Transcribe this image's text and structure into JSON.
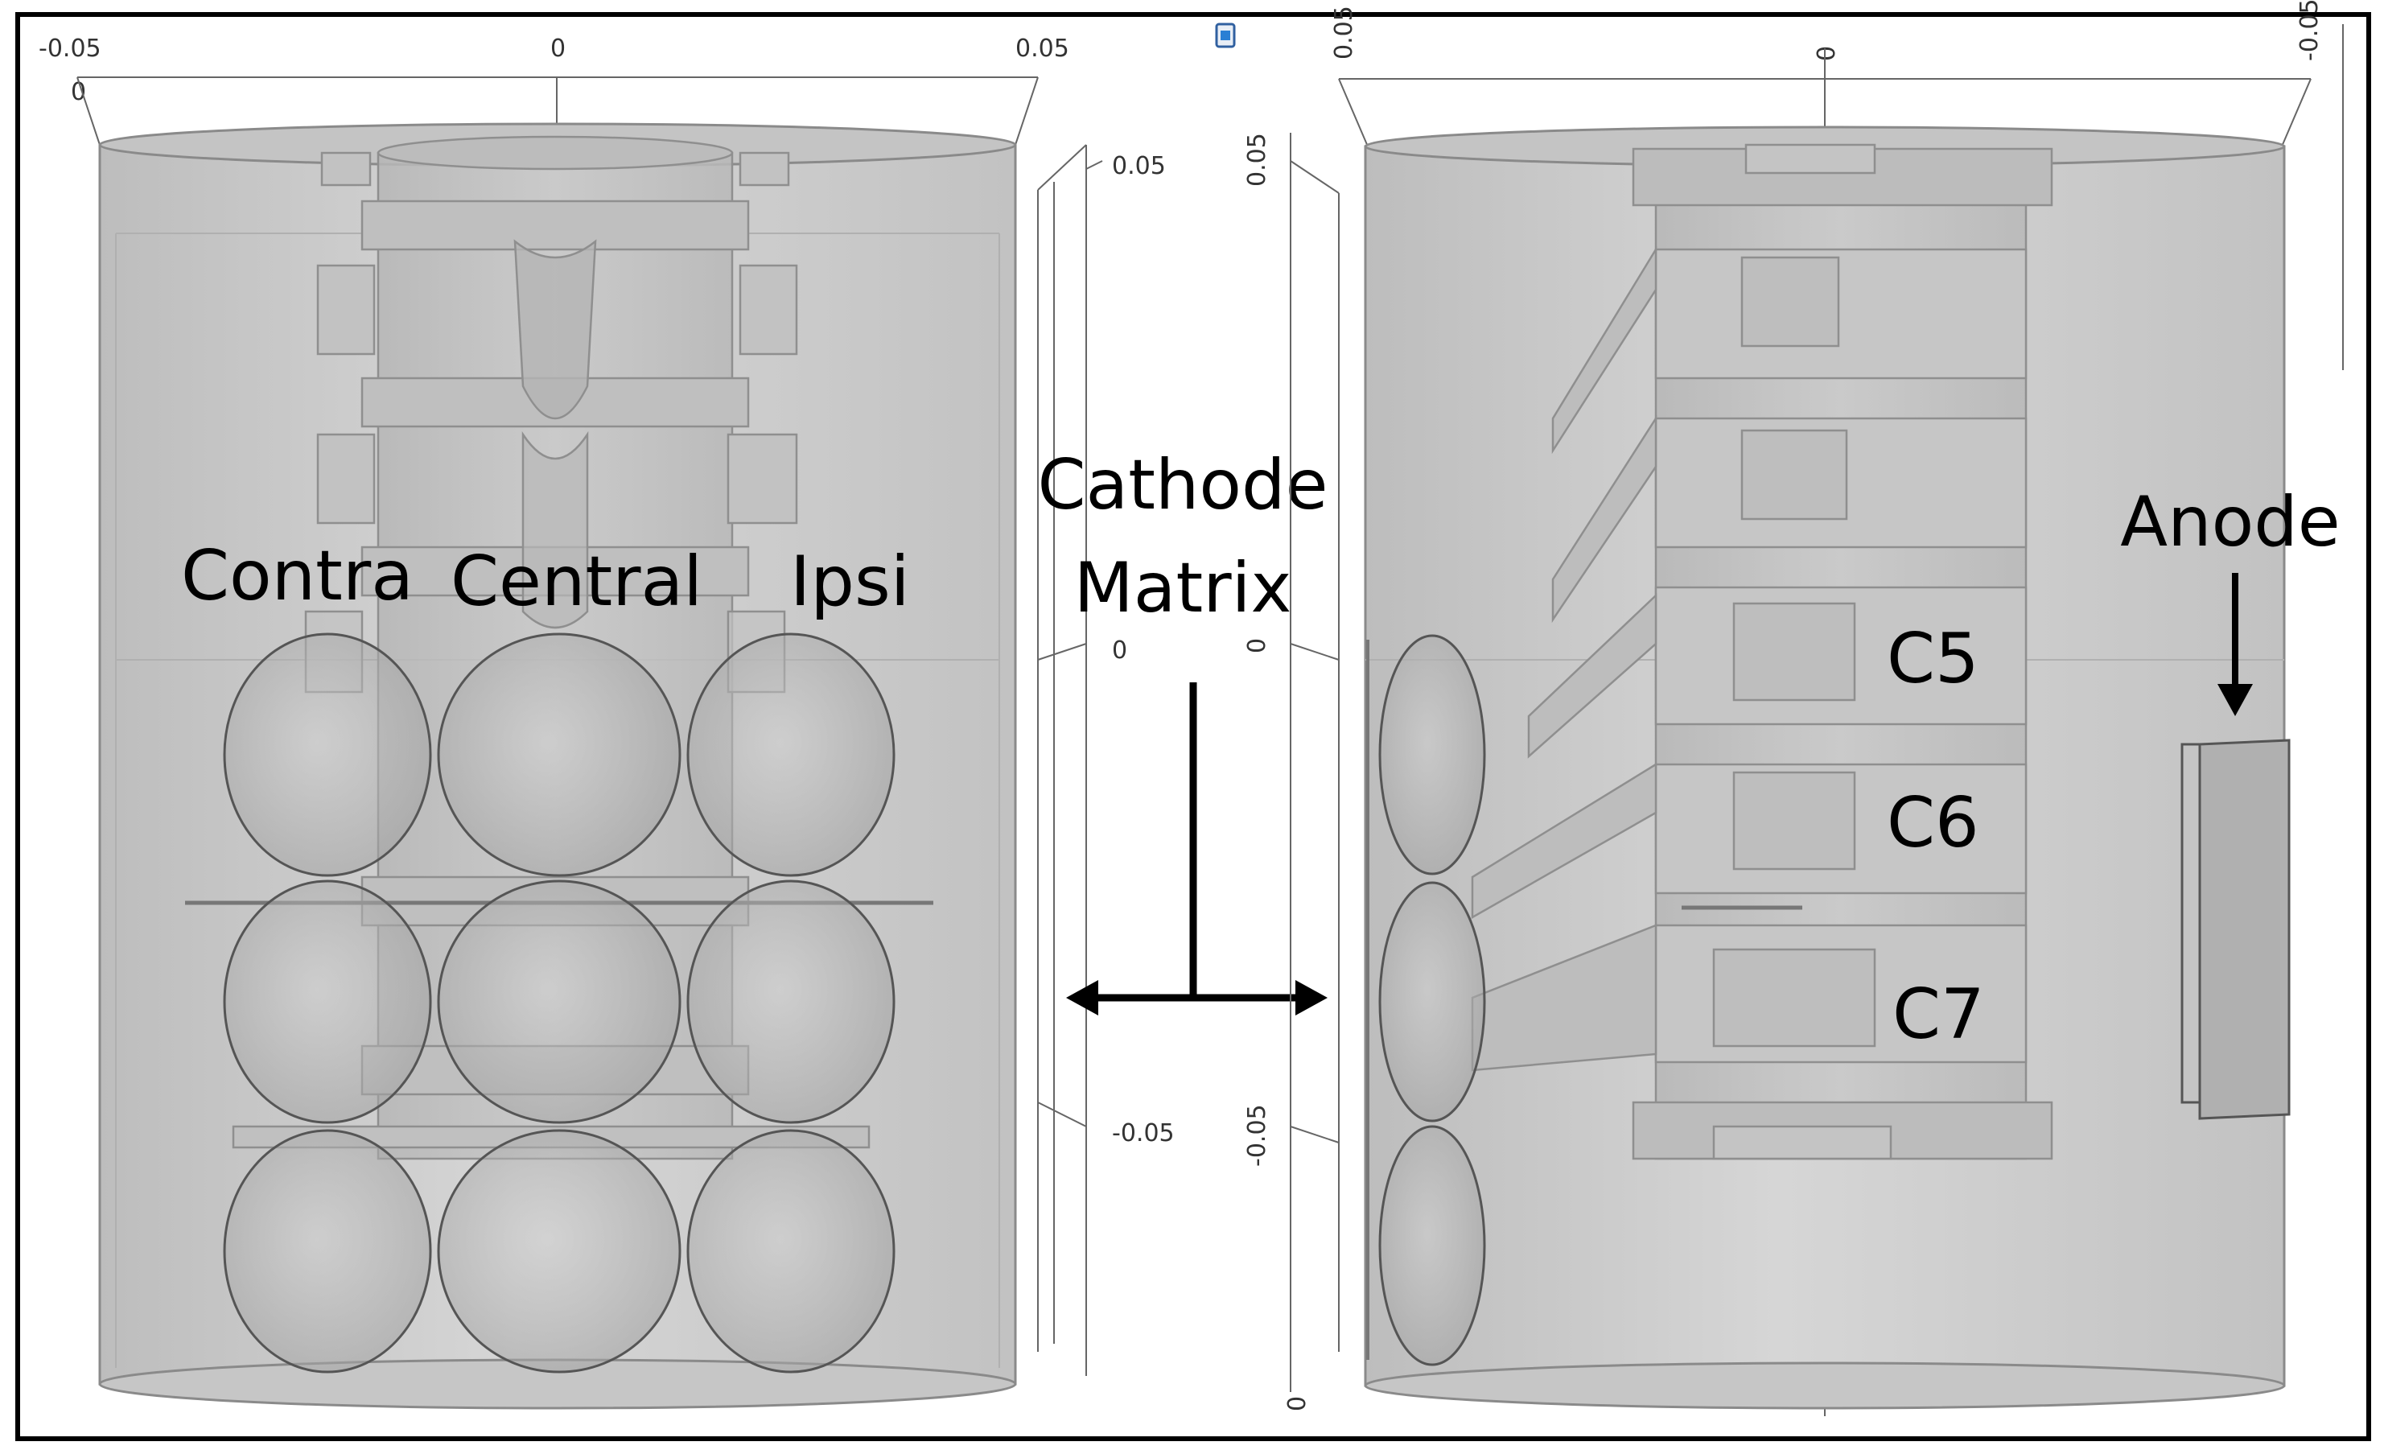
{
  "left_view": {
    "axis_ticks_top": [
      "-0.05",
      "0",
      "0.05"
    ],
    "axis_tick_corner": "0",
    "axis_ticks_right": [
      "0.05",
      "0",
      "-0.05"
    ],
    "column_labels": [
      "Contra",
      "Central",
      "Ipsi"
    ]
  },
  "cathode_label": {
    "line1": "Cathode",
    "line2": "Matrix"
  },
  "right_view": {
    "axis_ticks_left": [
      "0.05",
      "0",
      "-0.05",
      "0"
    ],
    "axis_ticks_top": [
      "0.05",
      "0",
      "-0.05"
    ],
    "vertebra_labels": [
      "C5",
      "C6",
      "C7"
    ],
    "anode_label": "Anode"
  },
  "colors": {
    "frame": "#000000",
    "body": "#c9c9c9",
    "edge": "#8a8a8a",
    "electrode_edge": "#555555",
    "annotation": "#000000"
  },
  "icons": [
    "toolbar-icon"
  ]
}
